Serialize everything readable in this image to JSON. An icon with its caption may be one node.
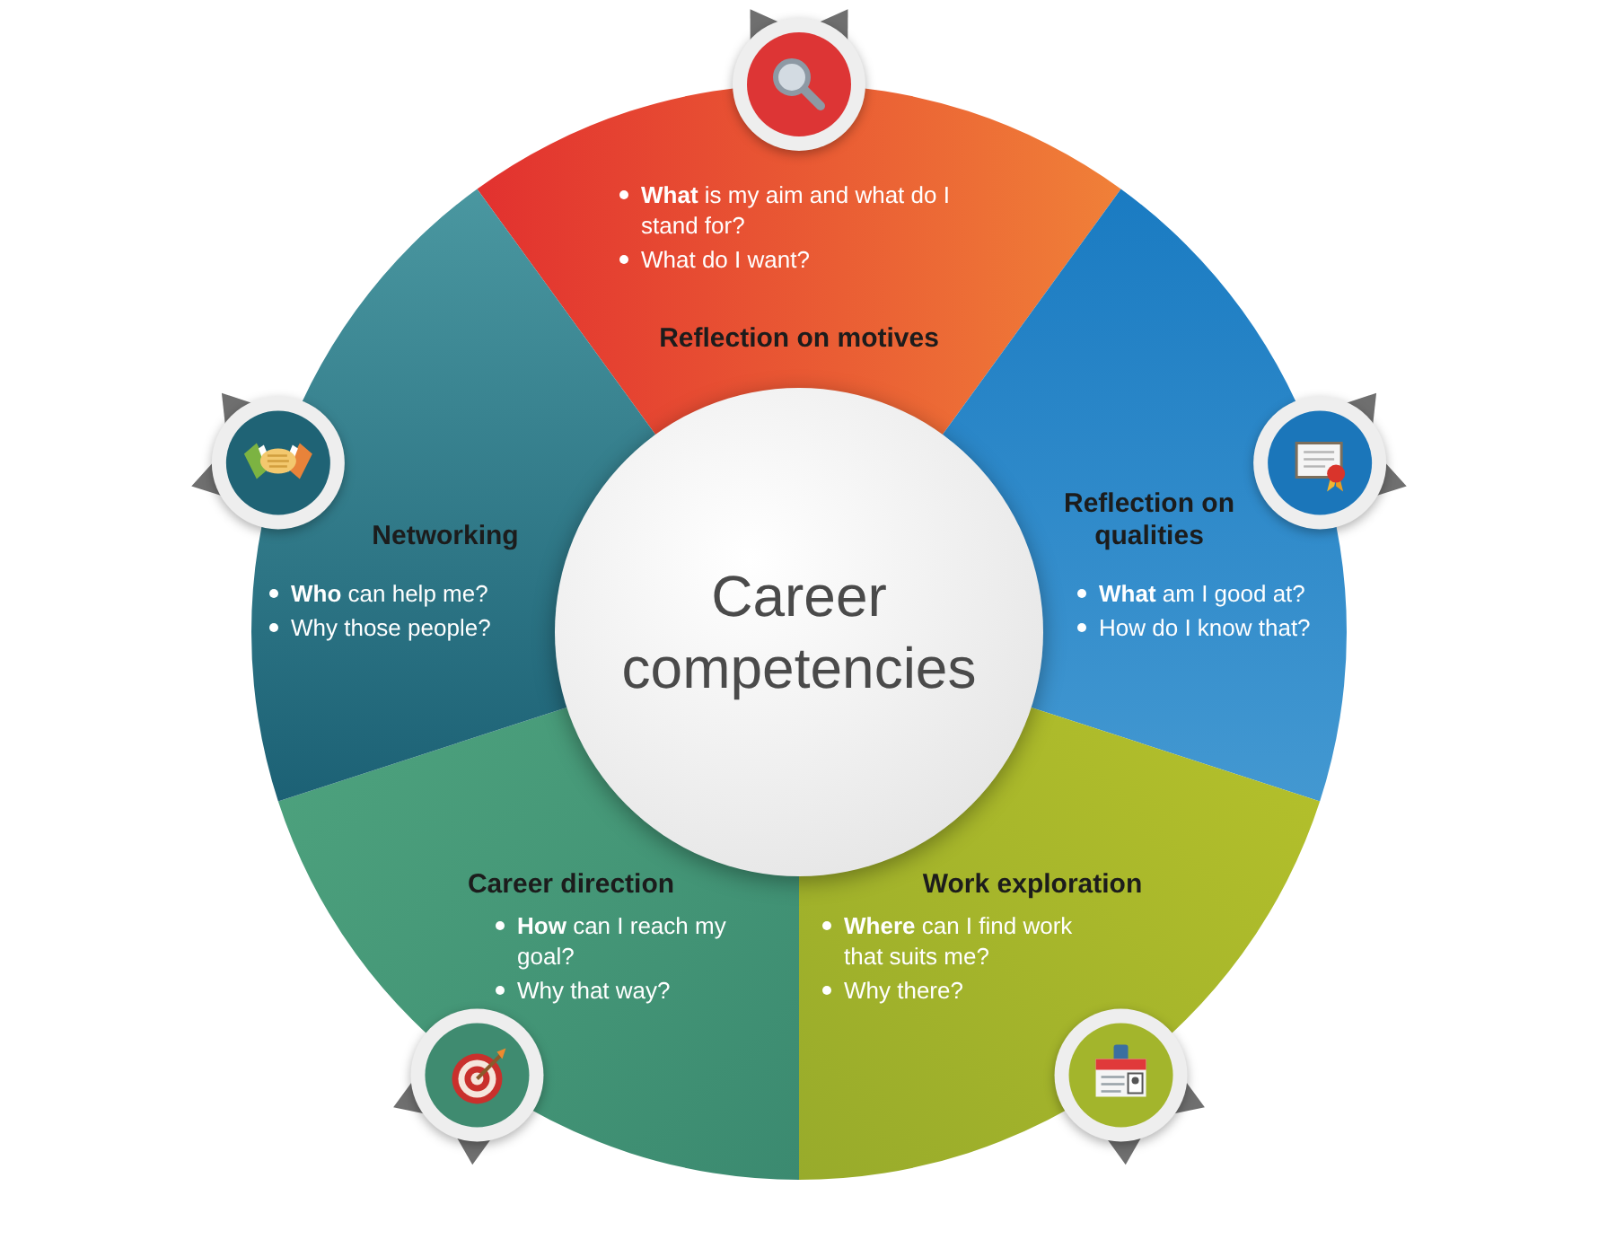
{
  "diagram": {
    "nodes": [
      {
        "text": [
          "Career competencies"
        ]
      },
      {
        "text": [
          "**What** is my aim and what do I stand for?",
          "What do I want?",
          "Reflection on motives"
        ]
      },
      {
        "text": [
          "Reflection on qualities",
          "**What** am I good at?",
          "How do I know that?"
        ]
      },
      {
        "text": [
          "Work exploration",
          "**Where** can I find work that suits me?",
          "Why there?"
        ]
      },
      {
        "text": [
          "Career direction",
          "**How** can I reach my goal?",
          "Why that way?"
        ]
      },
      {
        "text": [
          "Networking",
          "**Who** can help me?",
          "Why those people?"
        ]
      }
    ]
  }
}
